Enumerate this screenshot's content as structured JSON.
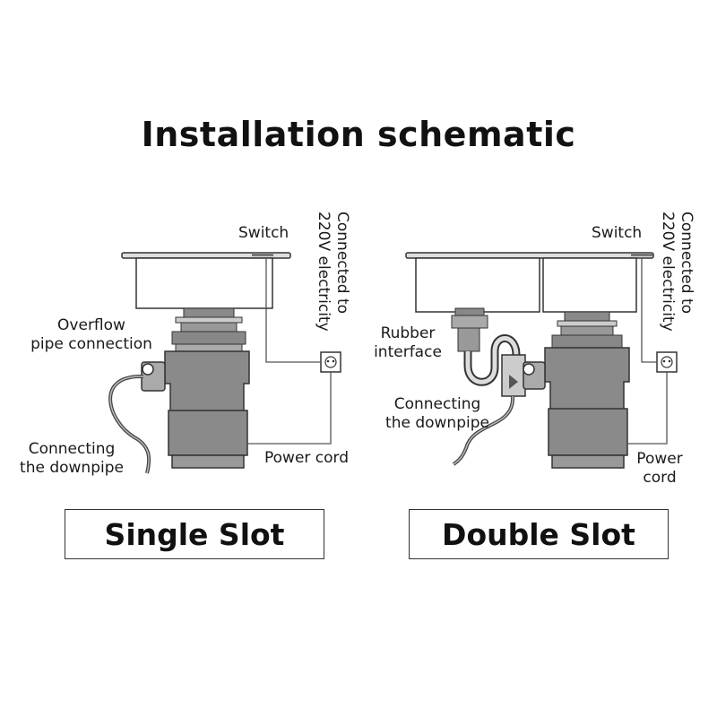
{
  "title": "Installation schematic",
  "single": {
    "switch": "Switch",
    "electricity": [
      "Connected to",
      "220V electricity"
    ],
    "overflow": [
      "Overflow",
      "pipe connection"
    ],
    "downpipe": [
      "Connecting",
      "the downpipe"
    ],
    "power_cord": "Power cord",
    "caption": "Single Slot"
  },
  "double": {
    "switch": "Switch",
    "electricity": [
      "Connected to",
      "220V electricity"
    ],
    "rubber": [
      "Rubber",
      "interface"
    ],
    "downpipe": [
      "Connecting",
      "the downpipe"
    ],
    "power_cord": [
      "Power",
      "cord"
    ],
    "caption": "Double Slot"
  },
  "colors": {
    "fill": "#8a8a8a",
    "fill_dark": "#6e6e6e",
    "stroke": "#333333",
    "wire": "#555555"
  }
}
